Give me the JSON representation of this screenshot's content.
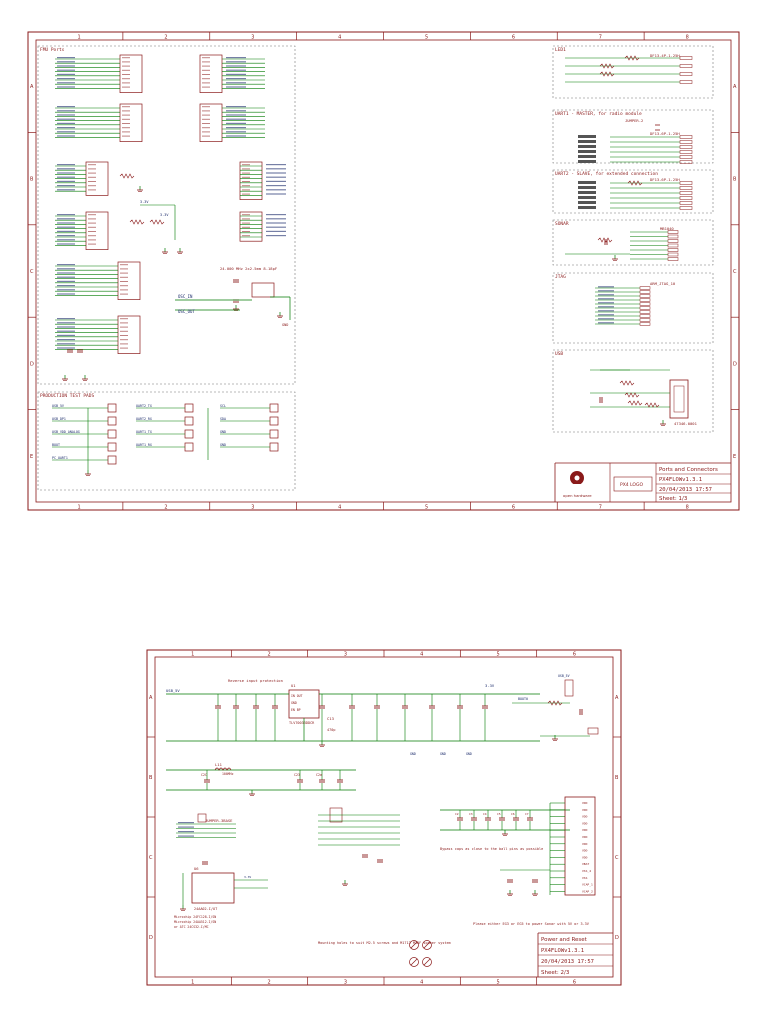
{
  "sheet1": {
    "col_numbers": [
      "1",
      "2",
      "3",
      "4",
      "5",
      "6",
      "7",
      "8"
    ],
    "row_letters": [
      "A",
      "B",
      "C",
      "D",
      "E"
    ],
    "section_fmu_ports": "FMU Ports",
    "section_production_test": "PRODUCTION TEST PADS",
    "section_led": "LED1",
    "section_uart1_master": "UART1 - MASTER, for radio module",
    "section_uart2_slave": "UART2 - SLAVE, for extended connection",
    "section_sonar": "SONAR",
    "section_jtag": "JTAG",
    "section_usb": "USB",
    "crystal_note": "24.000 MHz 2x2.5mm 8-18pF",
    "osc_in": "OSC_IN",
    "osc_out": "OSC_OUT",
    "sonar_part": "MB1040",
    "jtag_part": "ARM_JTAG_10",
    "usb_part": "47346-0001",
    "uart1_part": "DF13-6P-1.25H",
    "uart2_part": "DF13-6P-1.25H",
    "led_part": "DF13-4P-1.25H",
    "jumper_label": "JUMPER-2",
    "logo_text": "open hardware",
    "logo_placeholder": "PX4 LOGO",
    "title": "Ports and Connectors",
    "doc_name": "PX4FLOWv1.3.1",
    "date": "20/04/2013 17:57",
    "sheet_num": "Sheet: 1/3",
    "gnd": "GND",
    "vcc": "3.3V",
    "pads_left": [
      "USB_5V",
      "USB_DP1",
      "USB_VDD_ANALOG",
      "BOOT",
      "PC_UART1"
    ],
    "pads_mid": [
      "UART2_TX",
      "UART2_RX",
      "UART1_TX",
      "UART1_RX"
    ],
    "pads_right": [
      "SCL",
      "SDA",
      "GND",
      "GND"
    ]
  },
  "sheet2": {
    "col_numbers": [
      "1",
      "2",
      "3",
      "4",
      "5",
      "6"
    ],
    "row_letters": [
      "A",
      "B",
      "C",
      "D"
    ],
    "reverse_input": "Reverse input protection",
    "reg_u1": "U1",
    "reg_pins": [
      "IN OUT",
      "GND",
      "EN BP"
    ],
    "reg_part": "TLV70033DDCR",
    "c13": "C13",
    "c13v": "470p",
    "cap_value": "10uF",
    "l11": "L11",
    "l11v": "100MHz",
    "cap_row": [
      "C2",
      "C3",
      "C4",
      "C5",
      "C6",
      "C7",
      "C10"
    ],
    "cap_row_val": "0u1",
    "buck_caps": [
      "C2C",
      "C23",
      "C2a"
    ],
    "vdd_label": "VDD",
    "bypass_note": "Bypass caps as close to the ball pins as possible",
    "power_note": "Please either EG3 or EG5 to power Sonar with 5V or 3.3V",
    "mounting_note": "Mounting holes to suit M2.5 screws and M1713 M3RF spacer system",
    "jumper": "JUMPER-3BASE",
    "u6": "U6",
    "u6part": "24AA02-I/OT",
    "memory_notes": [
      "Microchip 24FC128-I/SN",
      "Microchip 24AA512-I/SN",
      "or ATC 24CS32-I/MC"
    ],
    "title": "Power and Reset",
    "doc_name": "PX4FLOWv1.3.1",
    "date": "20/04/2013 17:57",
    "sheet_num": "Sheet: 2/3",
    "gnd": "GND",
    "vcc": "3.3V",
    "usb_5v": "USB_5V",
    "vdd_pins": [
      "VDD",
      "VDD",
      "VDD",
      "VDD",
      "VDD",
      "VDD",
      "VDD",
      "VDD",
      "VDD",
      "VBAT",
      "VSS_4",
      "VSS",
      "VCAP_1",
      "VCAP_2"
    ],
    "boot": "BOOT0"
  },
  "colors": {
    "frame": "#8a1a1a",
    "wire": "#007a00",
    "label": "#1a2a6a"
  }
}
